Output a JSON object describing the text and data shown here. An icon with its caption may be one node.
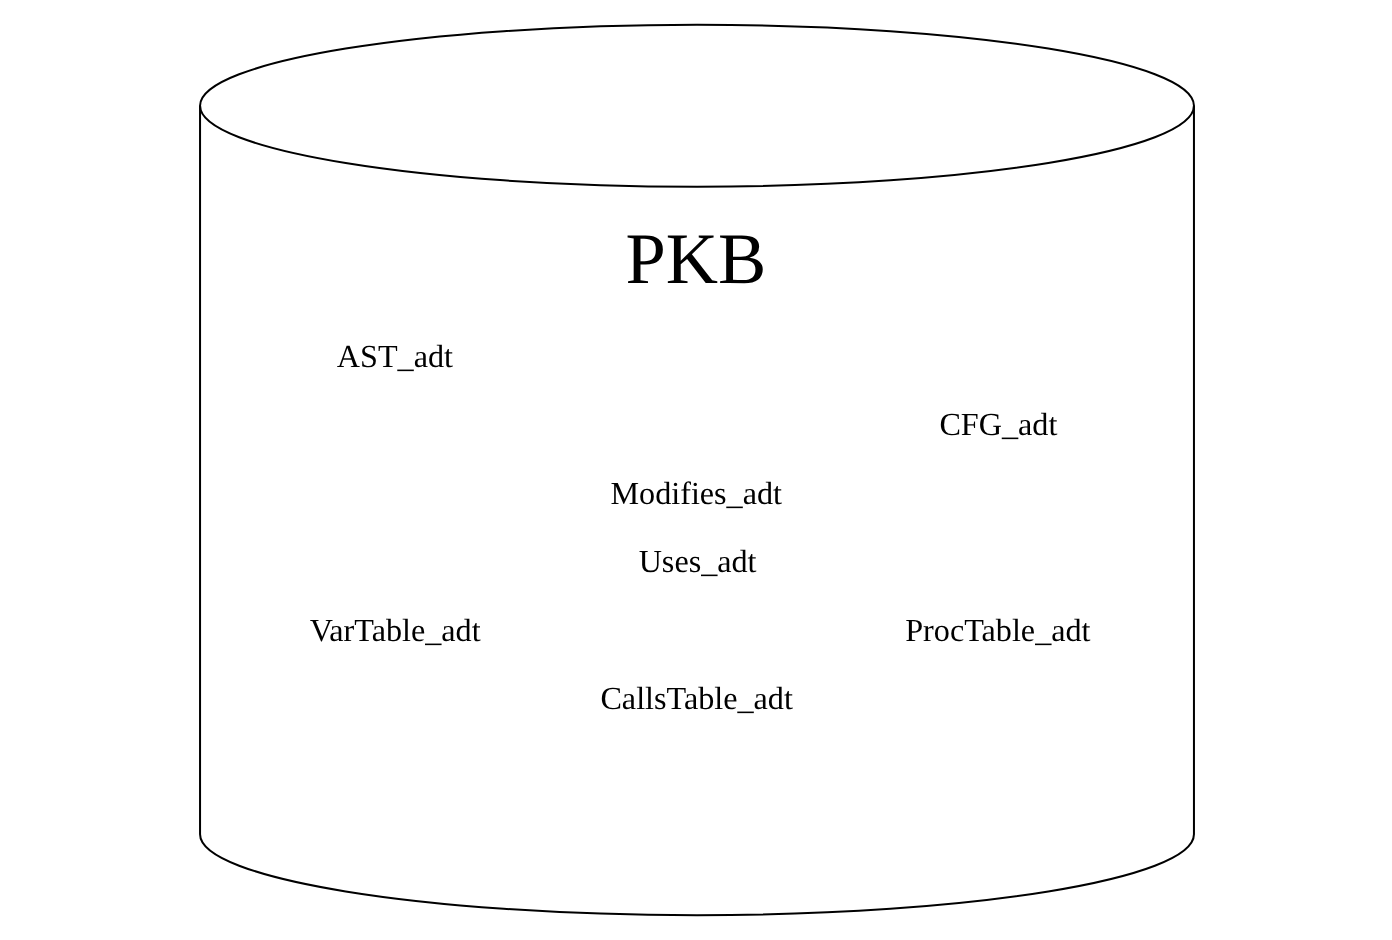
{
  "diagram": {
    "nodes": [
      {
        "text": [
          "PKB",
          "AST_adt",
          "CFG_adt",
          "Modifies_adt",
          "Uses_adt",
          "VarTable_adt",
          "ProcTable_adt",
          "CallsTable_adt"
        ]
      }
    ]
  }
}
